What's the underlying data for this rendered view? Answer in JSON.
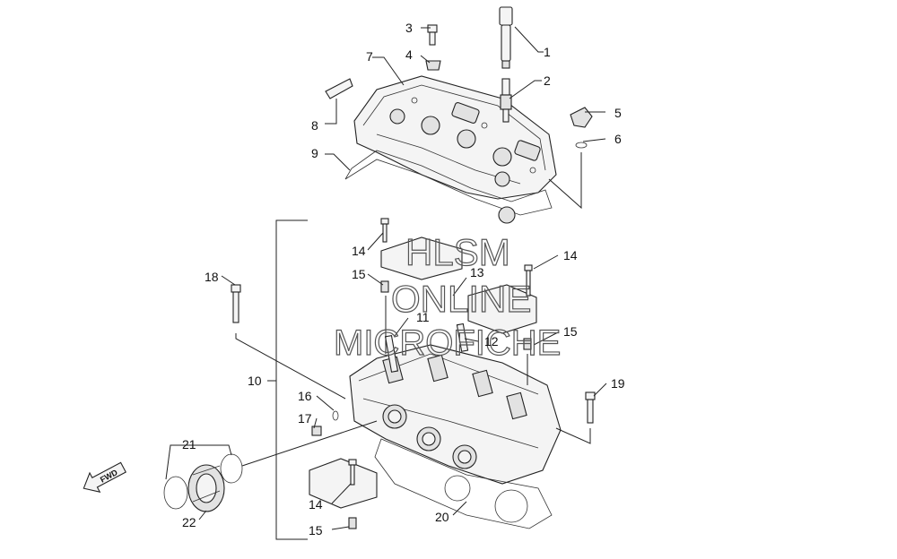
{
  "callouts": {
    "c1": "1",
    "c2": "2",
    "c3": "3",
    "c4": "4",
    "c5": "5",
    "c6": "6",
    "c7": "7",
    "c8": "8",
    "c9": "9",
    "c10": "10",
    "c11": "11",
    "c12": "12",
    "c13": "13",
    "c14a": "14",
    "c14b": "14",
    "c14c": "14",
    "c15a": "15",
    "c15b": "15",
    "c15c": "15",
    "c16": "16",
    "c17": "17",
    "c18": "18",
    "c19": "19",
    "c20": "20",
    "c21": "21",
    "c22": "22"
  },
  "watermark": {
    "line1": "HLSM",
    "line2": "ONLINE",
    "line3": "MICROFICHE"
  },
  "arrow_label": "FWD"
}
